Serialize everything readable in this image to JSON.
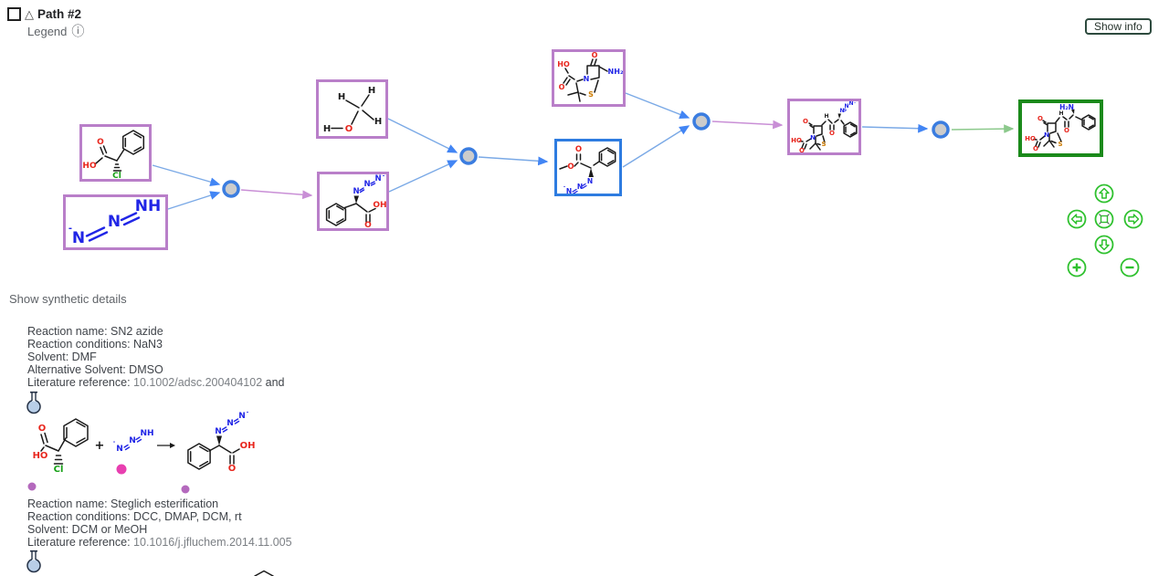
{
  "header": {
    "path_label": "Path #2",
    "legend_label": "Legend",
    "triangle_icon": "△",
    "info_icon": "ⓘ",
    "show_info_button": "Show info"
  },
  "atoms": {
    "O": "O",
    "HO": "HO",
    "OH": "OH",
    "Cl": "Cl",
    "N": "N",
    "NH": "NH",
    "NH2": "NH₂",
    "H2N": "H₂N",
    "H": "H",
    "S": "S",
    "minus": "-"
  },
  "scheme": {
    "plus": "+"
  },
  "details": {
    "toggle_label": "Show synthetic details",
    "reaction1": {
      "name": "Reaction name: SN2 azide",
      "conditions": "Reaction conditions: NaN3",
      "solvent": "Solvent: DMF",
      "alt_solvent": "Alternative Solvent: DMSO",
      "lit_label": "Literature reference: ",
      "lit_link": "10.1002/adsc.200404102",
      "lit_suffix": " and"
    },
    "reaction2": {
      "name": "Reaction name: Steglich esterification",
      "conditions": "Reaction conditions: DCC, DMAP, DCM, rt",
      "solvent": "Solvent: DCM or MeOH",
      "lit_label": "Literature reference: ",
      "lit_link": "10.1016/j.jfluchem.2014.11.005"
    }
  },
  "colors": {
    "purpleBox": "#b97fc9",
    "blueBox": "#2e7ce0",
    "greenBox": "#1b8a1b",
    "nodeFill": "#cccccc",
    "nodeStroke": "#3b7de0",
    "arrowBlue": "#7aa9e6",
    "arrowBlueHead": "#4285f4",
    "arrowPurple": "#c98fd6",
    "arrowGreen": "#8cc98c",
    "navGreen": "#2fc12f",
    "atomRed": "#e8261d",
    "atomBlue": "#2025e6",
    "atomGreen": "#16a016",
    "atomS": "#cc7a00",
    "dotPurple": "#b469bd",
    "dotMagenta": "#e83fb0",
    "textDark": "#3f4349",
    "textGray": "#5f6368",
    "linkGray": "#7b7f84",
    "btnBorder": "#2d4a3e",
    "flaskFill": "#b8cee8",
    "flaskStroke": "#253246"
  }
}
